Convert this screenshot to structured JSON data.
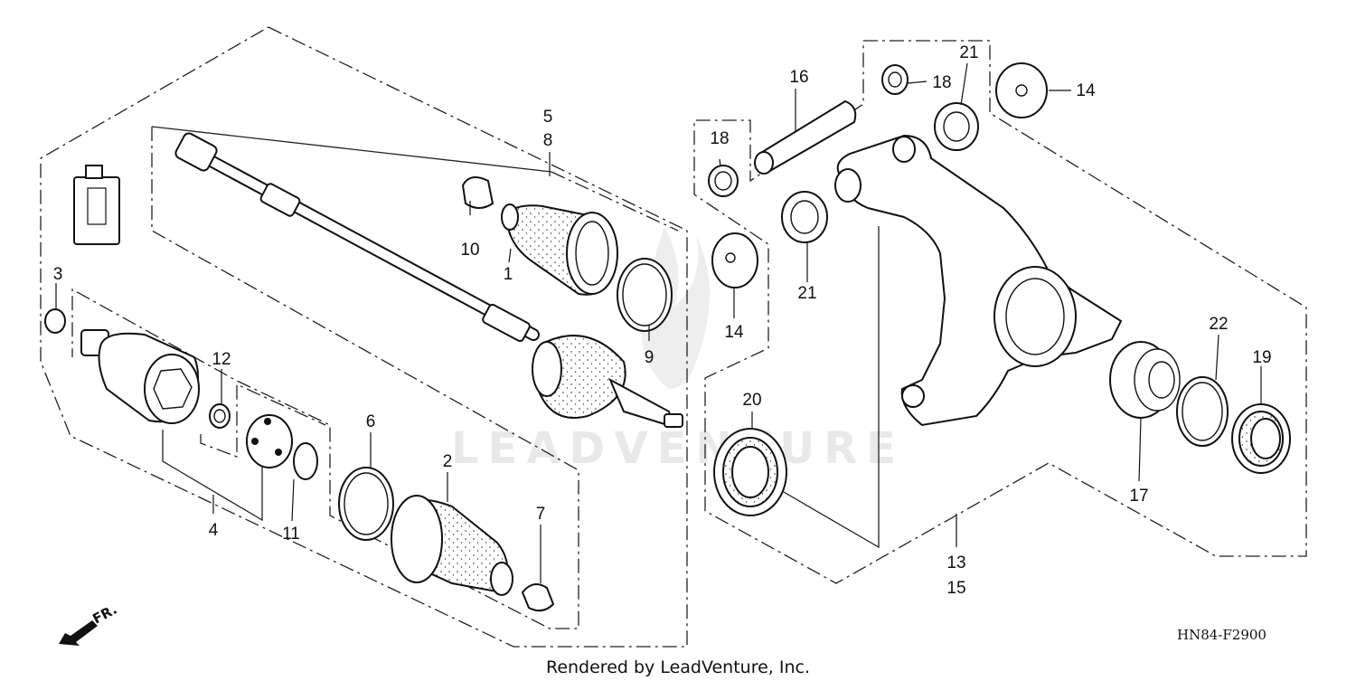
{
  "diagram": {
    "callouts": [
      {
        "id": "c1",
        "label": "1"
      },
      {
        "id": "c2",
        "label": "2"
      },
      {
        "id": "c3",
        "label": "3"
      },
      {
        "id": "c4",
        "label": "4"
      },
      {
        "id": "c5",
        "label": "5"
      },
      {
        "id": "c6",
        "label": "6"
      },
      {
        "id": "c7",
        "label": "7"
      },
      {
        "id": "c8",
        "label": "8"
      },
      {
        "id": "c9",
        "label": "9"
      },
      {
        "id": "c10",
        "label": "10"
      },
      {
        "id": "c11",
        "label": "11"
      },
      {
        "id": "c12",
        "label": "12"
      },
      {
        "id": "c13",
        "label": "13"
      },
      {
        "id": "c14a",
        "label": "14"
      },
      {
        "id": "c14b",
        "label": "14"
      },
      {
        "id": "c15",
        "label": "15"
      },
      {
        "id": "c16",
        "label": "16"
      },
      {
        "id": "c17",
        "label": "17"
      },
      {
        "id": "c18a",
        "label": "18"
      },
      {
        "id": "c18b",
        "label": "18"
      },
      {
        "id": "c19",
        "label": "19"
      },
      {
        "id": "c20",
        "label": "20"
      },
      {
        "id": "c21a",
        "label": "21"
      },
      {
        "id": "c21b",
        "label": "21"
      },
      {
        "id": "c22",
        "label": "22"
      }
    ],
    "diagram_code": "HN84-F2900",
    "credit": "Rendered by LeadVenture, Inc.",
    "front_indicator": "FR.",
    "watermark": "LEADVENTURE"
  }
}
